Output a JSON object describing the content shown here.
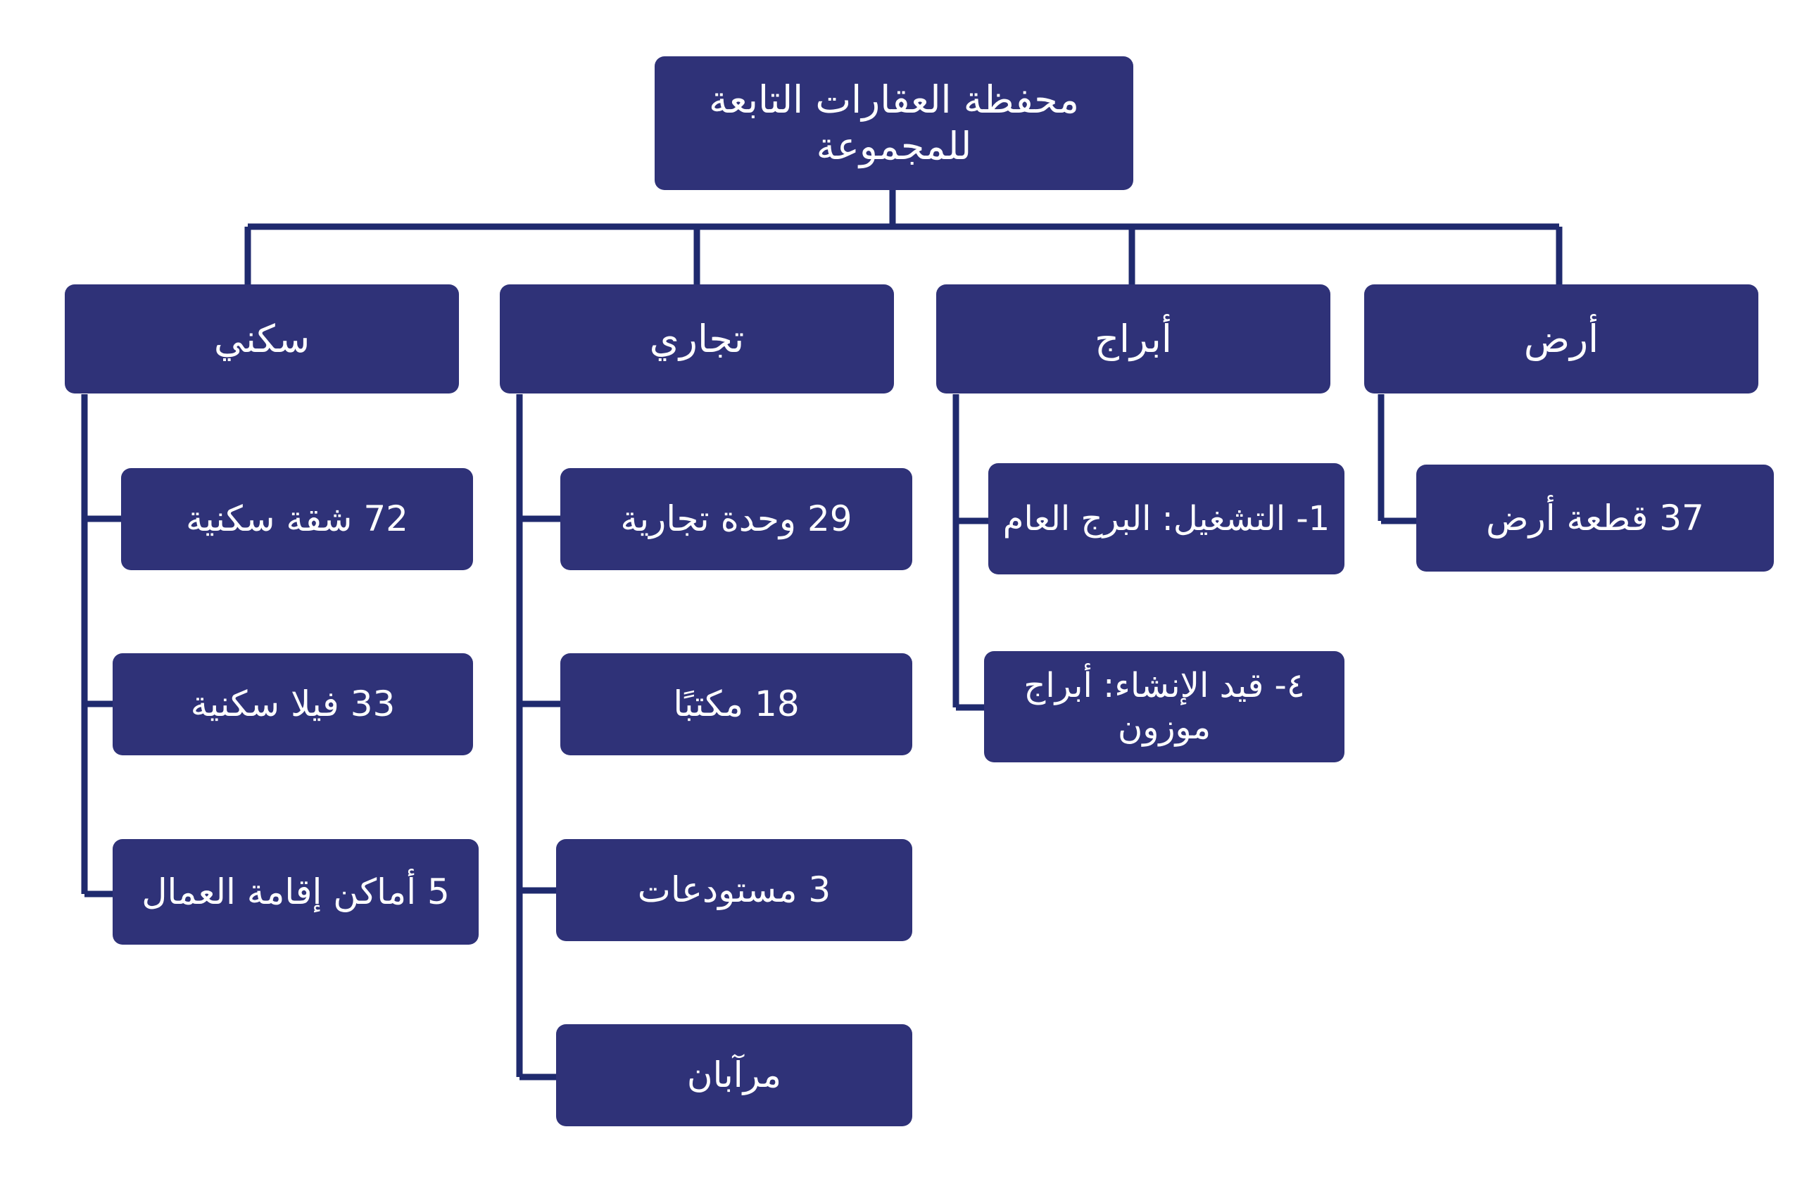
{
  "diagram": {
    "title": "محفظة العقارات التابعة للمجموعة",
    "type": "organization-tree",
    "direction": "rtl",
    "colors": {
      "box_fill": "#2f3278",
      "box_text": "#ffffff",
      "connector": "#1f2a6e",
      "background": "#ffffff"
    }
  },
  "root": {
    "label": "محفظة العقارات التابعة للمجموعة"
  },
  "categories": [
    {
      "id": "residential",
      "label": "سكني",
      "children": [
        {
          "id": "apartments",
          "label": "72 شقة سكنية"
        },
        {
          "id": "villas",
          "label": "33 فيلا سكنية"
        },
        {
          "id": "labor-camps",
          "label": "5 أماكن إقامة العمال"
        }
      ]
    },
    {
      "id": "commercial",
      "label": "تجاري",
      "children": [
        {
          "id": "commercial-units",
          "label": "29 وحدة تجارية"
        },
        {
          "id": "offices",
          "label": "18 مكتبًا"
        },
        {
          "id": "warehouses",
          "label": "3 مستودعات"
        },
        {
          "id": "garages",
          "label": "مرآبان"
        }
      ]
    },
    {
      "id": "towers",
      "label": "أبراج",
      "children": [
        {
          "id": "tower-operating",
          "label": "1- التشغيل: البرج العام"
        },
        {
          "id": "tower-construction",
          "label": "٤- قيد الإنشاء: أبراج موزون"
        }
      ]
    },
    {
      "id": "land",
      "label": "أرض",
      "children": [
        {
          "id": "land-plots",
          "label": "37 قطعة أرض"
        }
      ]
    }
  ]
}
